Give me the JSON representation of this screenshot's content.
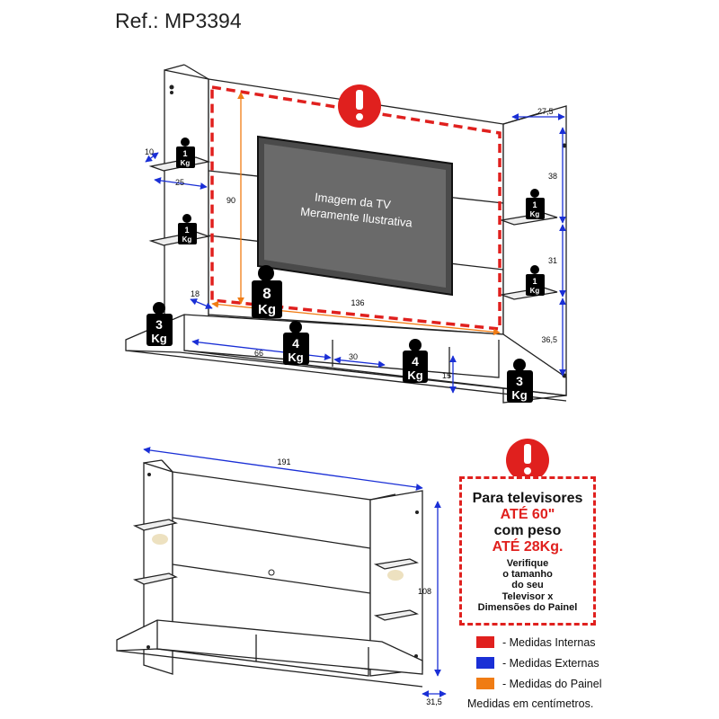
{
  "header": {
    "ref": "Ref.: MP3394"
  },
  "top_view": {
    "tv_caption_line1": "Imagem da TV",
    "tv_caption_line2": "Meramente Ilustrativa",
    "dims": {
      "d10": "10",
      "d25": "25",
      "d90": "90",
      "d18": "18",
      "d136": "136",
      "d66": "66",
      "d30": "30",
      "d15": "15",
      "d27_5": "27,5",
      "d38": "38",
      "d31": "31",
      "d36_5": "36,5"
    },
    "weights": {
      "w1a": "1",
      "w1b": "1",
      "w1c": "1",
      "w1d": "1",
      "w8": "8",
      "w4a": "4",
      "w4b": "4",
      "w3a": "3",
      "w3b": "3",
      "unit": "Kg"
    }
  },
  "bottom_view": {
    "dims": {
      "width": "191",
      "height": "108",
      "depth": "31,5"
    }
  },
  "warning": {
    "line1": "Para televisores",
    "line2": "ATÉ 60\"",
    "line3": "com peso",
    "line4": "ATÉ 28Kg.",
    "line5": "Verifique",
    "line6": "o tamanho",
    "line7": "do seu",
    "line8": "Televisor x",
    "line9": "Dimensões do Painel"
  },
  "legend": {
    "items": [
      {
        "label": "- Medidas Internas",
        "color": "#e0201e"
      },
      {
        "label": "- Medidas Externas",
        "color": "#1a2fd6"
      },
      {
        "label": "- Medidas do Painel",
        "color": "#f07c14"
      }
    ],
    "footnote": "Medidas em centímetros."
  },
  "colors": {
    "internal": "#e0201e",
    "external": "#1a2fd6",
    "panel": "#f07c14",
    "line": "#222222"
  }
}
